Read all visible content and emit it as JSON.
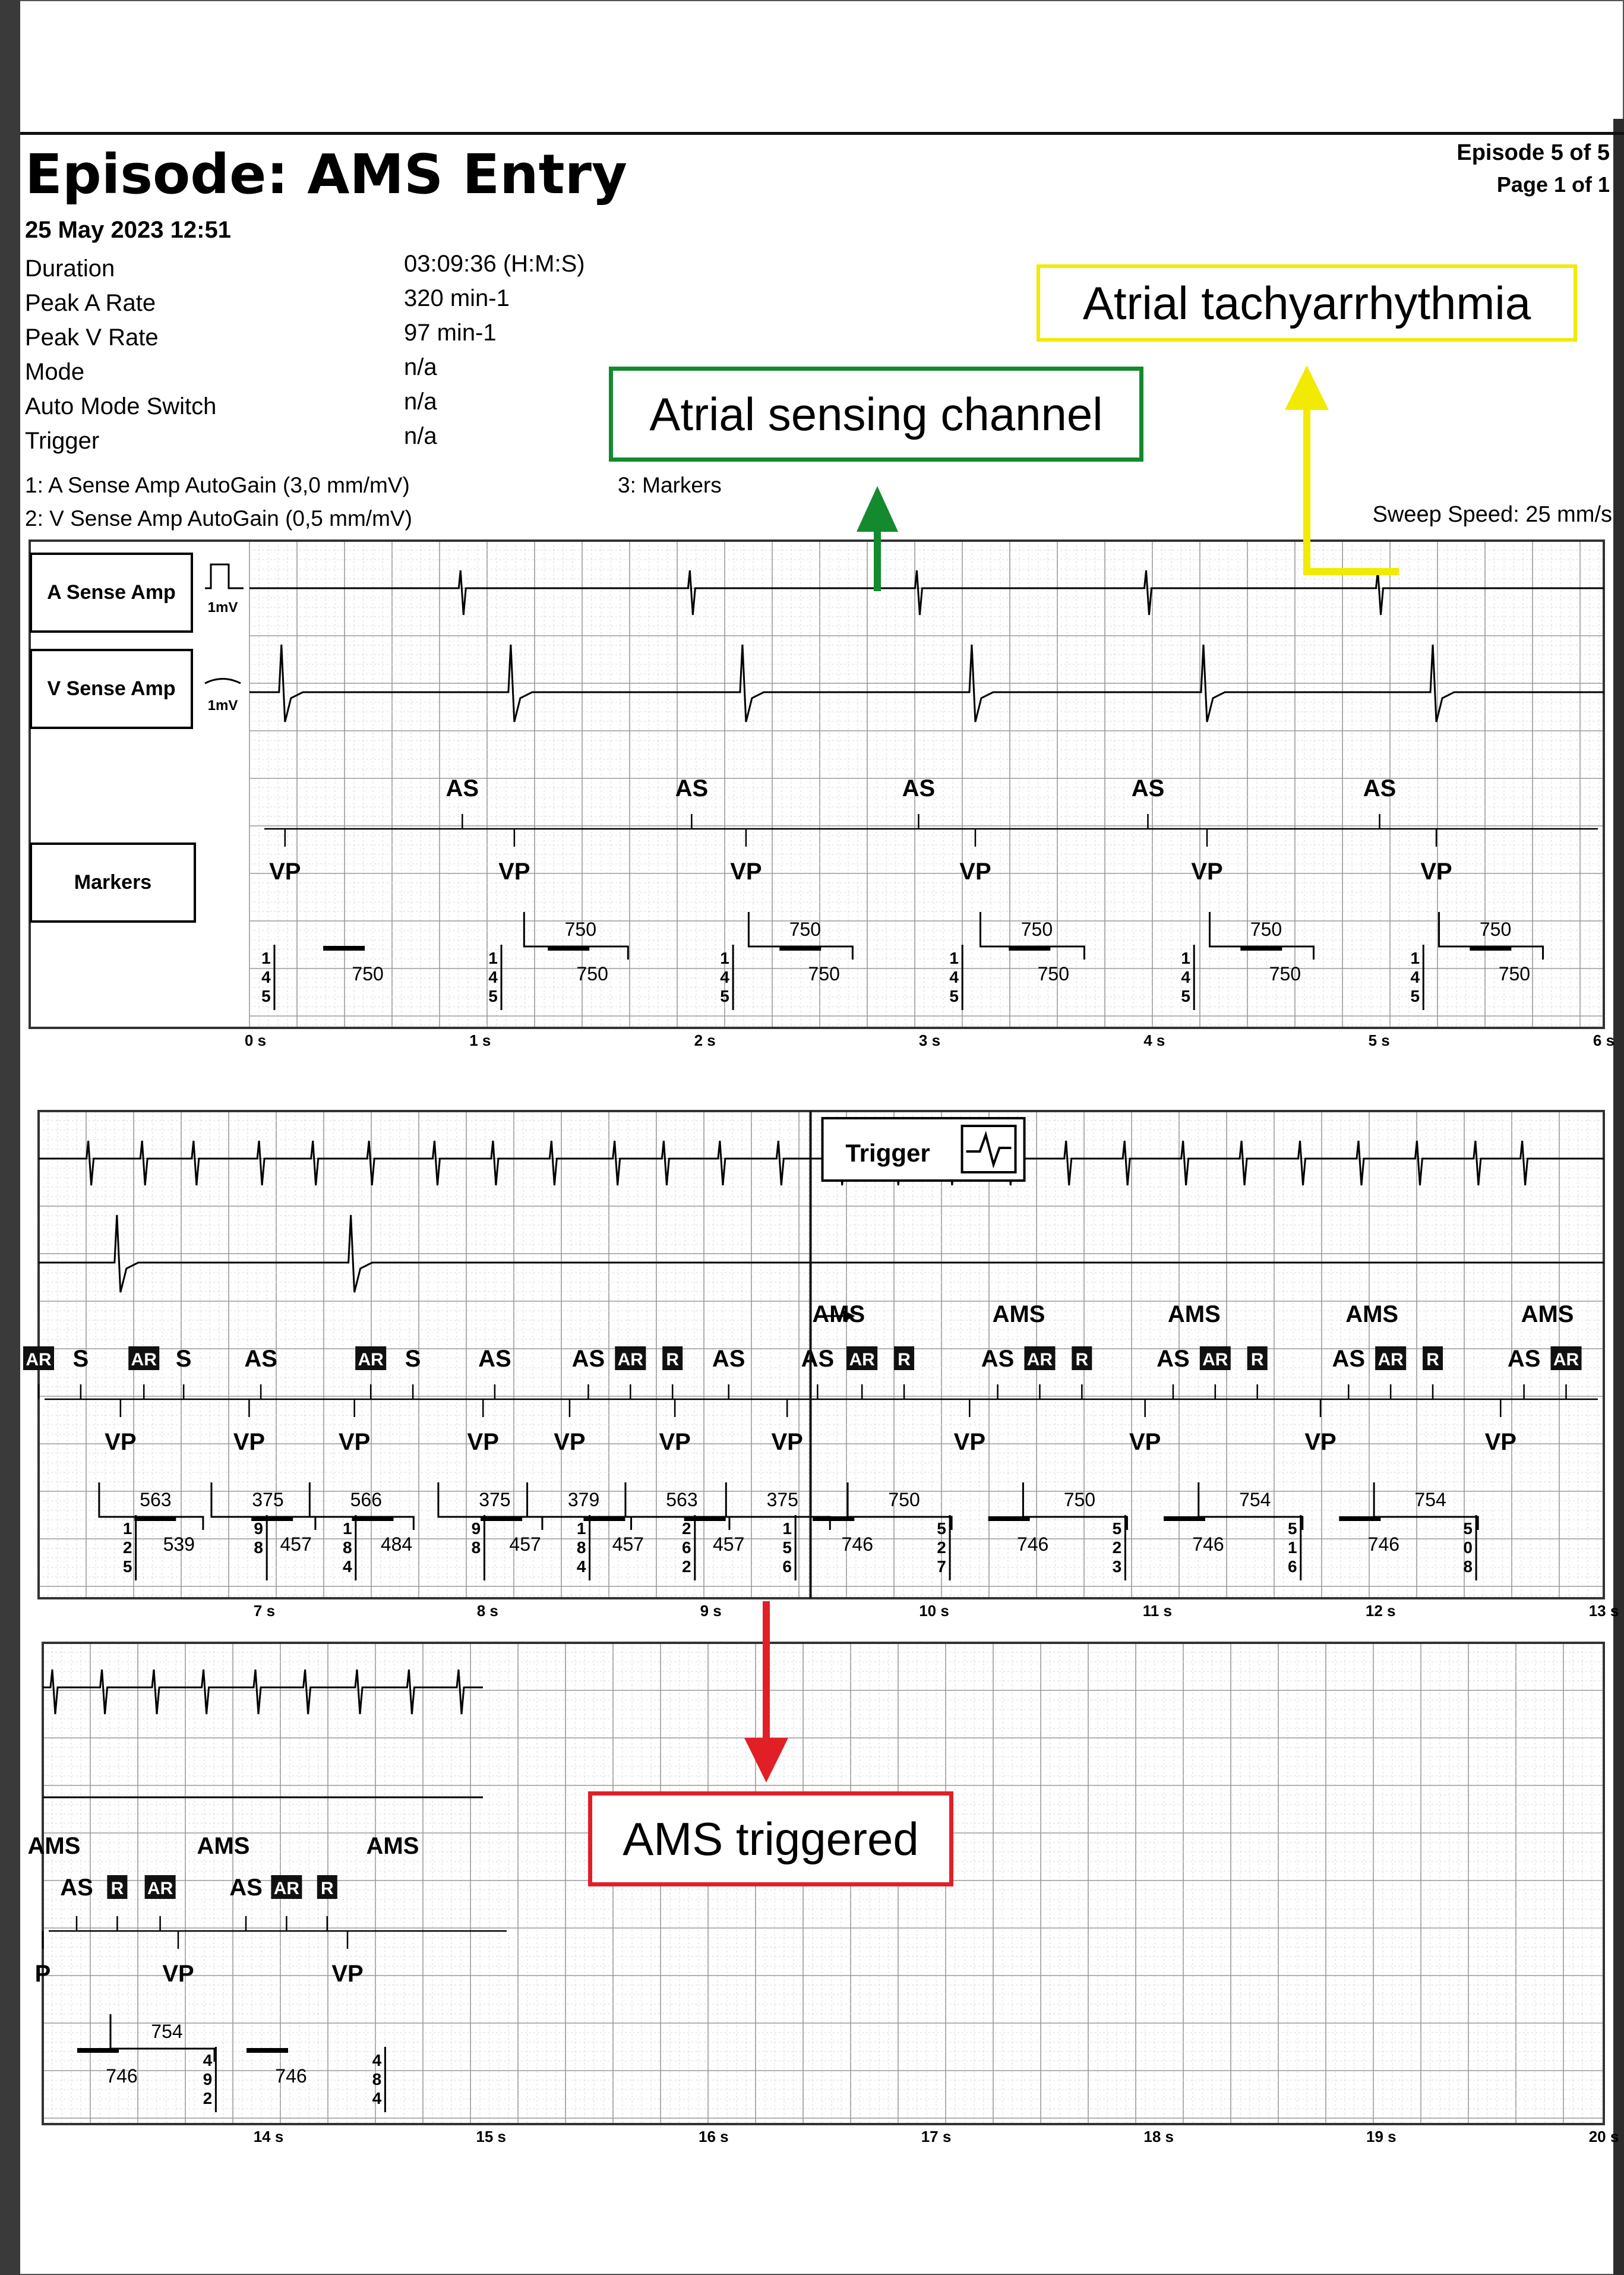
{
  "header": {
    "title": "Episode: AMS Entry",
    "date": "25 May 2023 12:51",
    "episode_counter": "Episode 5 of 5",
    "page_counter": "Page 1 of 1",
    "info": [
      {
        "label": "Duration",
        "value": "03:09:36 (H:M:S)"
      },
      {
        "label": "Peak A Rate",
        "value": "320 min-1"
      },
      {
        "label": "Peak V Rate",
        "value": "97 min-1"
      },
      {
        "label": "Mode",
        "value": "n/a"
      },
      {
        "label": "Auto Mode Switch",
        "value": "n/a"
      },
      {
        "label": "Trigger",
        "value": "n/a"
      }
    ],
    "channels": [
      {
        "text": "1:  A Sense Amp   AutoGain (3,0 mm/mV)"
      },
      {
        "text": "2:  V Sense Amp   AutoGain (0,5 mm/mV)"
      },
      {
        "text": "3:  Markers"
      }
    ],
    "sweep_speed": "Sweep Speed: 25 mm/s"
  },
  "channel_labels": {
    "a_sense": "A Sense Amp",
    "v_sense": "V Sense Amp",
    "markers": "Markers",
    "cal": "1mV"
  },
  "trigger_label": "Trigger",
  "callouts": {
    "atrial_tachy": "Atrial tachyarrhythmia",
    "atrial_channel": "Atrial sensing channel",
    "ams_triggered": "AMS triggered"
  },
  "colors": {
    "yellow": "#f2ea00",
    "green": "#138a2e",
    "red": "#e01f26"
  },
  "strips": [
    {
      "time_labels": [
        "0 s",
        "1 s",
        "2 s",
        "3 s",
        "4 s",
        "5 s",
        "6 s"
      ],
      "a_events_s": [
        0.85,
        1.82,
        2.78,
        3.75,
        4.73,
        5.7,
        6.67,
        7.03,
        7.33,
        7.58,
        7.83
      ],
      "v_events_s": [
        0.1,
        1.07,
        2.05,
        3.02,
        4.0,
        4.97,
        5.95,
        6.92
      ],
      "markers_top": [
        {
          "t": 0.85,
          "text": "AS"
        },
        {
          "t": 1.82,
          "text": "AS"
        },
        {
          "t": 2.78,
          "text": "AS"
        },
        {
          "t": 3.75,
          "text": "AS"
        },
        {
          "t": 4.73,
          "text": "AS"
        },
        {
          "t": 5.7,
          "text": "AS"
        },
        {
          "t": 6.67,
          "text": "AS"
        },
        {
          "t": 7.03,
          "text": "AR",
          "boxed": true
        },
        {
          "t": 7.2,
          "text": "S"
        }
      ],
      "markers_vp": [
        {
          "t": 0.1,
          "text": "VP"
        },
        {
          "t": 1.07,
          "text": "VP"
        },
        {
          "t": 2.05,
          "text": "VP"
        },
        {
          "t": 3.02,
          "text": "VP"
        },
        {
          "t": 4.0,
          "text": "VP"
        },
        {
          "t": 4.97,
          "text": "VP"
        },
        {
          "t": 5.95,
          "text": "VP"
        },
        {
          "t": 6.92,
          "text": "VP"
        },
        {
          "t": 7.75,
          "text": "VP"
        }
      ],
      "intervals_upper": [
        {
          "t": 1.35,
          "text": "750"
        },
        {
          "t": 2.3,
          "text": "750"
        },
        {
          "t": 3.28,
          "text": "750"
        },
        {
          "t": 4.25,
          "text": "750"
        },
        {
          "t": 5.22,
          "text": "750"
        },
        {
          "t": 6.2,
          "text": "750"
        },
        {
          "t": 7.17,
          "text": "566"
        }
      ],
      "intervals_lower": [
        {
          "t": 0.45,
          "text": "750"
        },
        {
          "t": 1.4,
          "text": "750"
        },
        {
          "t": 2.38,
          "text": "750"
        },
        {
          "t": 3.35,
          "text": "750"
        },
        {
          "t": 4.33,
          "text": "750"
        },
        {
          "t": 5.3,
          "text": "750"
        },
        {
          "t": 6.28,
          "text": "750"
        },
        {
          "t": 7.35,
          "text": "566"
        }
      ],
      "digit_stacks": [
        {
          "t": 0.02,
          "digits": [
            "1",
            "4",
            "5"
          ]
        },
        {
          "t": 0.98,
          "digits": [
            "1",
            "4",
            "5"
          ]
        },
        {
          "t": 1.96,
          "digits": [
            "1",
            "4",
            "5"
          ]
        },
        {
          "t": 2.93,
          "digits": [
            "1",
            "4",
            "5"
          ]
        },
        {
          "t": 3.91,
          "digits": [
            "1",
            "4",
            "5"
          ]
        },
        {
          "t": 4.88,
          "digits": [
            "1",
            "4",
            "5"
          ]
        },
        {
          "t": 5.86,
          "digits": [
            "1",
            "4",
            "5"
          ]
        },
        {
          "t": 6.83,
          "digits": [
            "1",
            "4",
            "5"
          ]
        },
        {
          "t": 7.62,
          "digits": [
            "1",
            "4",
            "8"
          ]
        }
      ]
    },
    {
      "time_labels": [
        "7 s",
        "8 s",
        "9 s",
        "10 s",
        "11 s",
        "12 s",
        "13 s"
      ],
      "a_events_s": [
        6.6,
        6.82,
        7.05,
        7.27,
        7.55,
        7.78,
        8.02,
        8.3,
        8.55,
        8.8,
        9.07,
        9.28,
        9.52,
        9.77,
        10.03,
        10.27,
        10.5,
        10.75,
        11.0,
        11.25,
        11.5,
        11.75,
        12.0,
        12.25,
        12.5,
        12.75,
        12.95
      ],
      "v_events_s": [
        6.95,
        7.95
      ],
      "markers_top": [
        {
          "t": 6.6,
          "text": "AR",
          "boxed": true
        },
        {
          "t": 6.78,
          "text": "S"
        },
        {
          "t": 7.05,
          "text": "AR",
          "boxed": true
        },
        {
          "t": 7.22,
          "text": "S"
        },
        {
          "t": 7.55,
          "text": "AS"
        },
        {
          "t": 8.02,
          "text": "AR",
          "boxed": true
        },
        {
          "t": 8.2,
          "text": "S"
        },
        {
          "t": 8.55,
          "text": "AS"
        },
        {
          "t": 8.95,
          "text": "AS"
        },
        {
          "t": 9.13,
          "text": "AR",
          "boxed": true
        },
        {
          "t": 9.31,
          "text": "R",
          "boxed": true
        },
        {
          "t": 9.55,
          "text": "AS"
        },
        {
          "t": 9.93,
          "text": "AS"
        },
        {
          "t": 10.12,
          "text": "AR",
          "boxed": true
        },
        {
          "t": 10.3,
          "text": "R",
          "boxed": true
        },
        {
          "t": 10.7,
          "text": "AS"
        },
        {
          "t": 10.88,
          "text": "AR",
          "boxed": true
        },
        {
          "t": 11.06,
          "text": "R",
          "boxed": true
        },
        {
          "t": 11.45,
          "text": "AS"
        },
        {
          "t": 11.63,
          "text": "AR",
          "boxed": true
        },
        {
          "t": 11.81,
          "text": "R",
          "boxed": true
        },
        {
          "t": 12.2,
          "text": "AS"
        },
        {
          "t": 12.38,
          "text": "AR",
          "boxed": true
        },
        {
          "t": 12.56,
          "text": "R",
          "boxed": true
        },
        {
          "t": 12.95,
          "text": "AS"
        },
        {
          "t": 13.13,
          "text": "AR",
          "boxed": true
        },
        {
          "t": 13.31,
          "text": "R",
          "boxed": true
        }
      ],
      "ams_labels": [
        {
          "t": 10.02
        },
        {
          "t": 10.79
        },
        {
          "t": 11.54
        },
        {
          "t": 12.3
        },
        {
          "t": 13.05
        }
      ],
      "ams_text": "AMS",
      "markers_vp": [
        {
          "t": 6.95,
          "text": "VP"
        },
        {
          "t": 7.5,
          "text": "VP"
        },
        {
          "t": 7.95,
          "text": "VP"
        },
        {
          "t": 8.5,
          "text": "VP"
        },
        {
          "t": 8.87,
          "text": "VP"
        },
        {
          "t": 9.32,
          "text": "VP"
        },
        {
          "t": 9.8,
          "text": "VP"
        },
        {
          "t": 10.58,
          "text": "VP"
        },
        {
          "t": 11.33,
          "text": "VP"
        },
        {
          "t": 12.08,
          "text": "VP"
        },
        {
          "t": 12.85,
          "text": "VP"
        }
      ],
      "intervals_upper": [
        {
          "t": 7.1,
          "text": "563"
        },
        {
          "t": 7.58,
          "text": "375"
        },
        {
          "t": 8.0,
          "text": "566"
        },
        {
          "t": 8.55,
          "text": "375"
        },
        {
          "t": 8.93,
          "text": "379"
        },
        {
          "t": 9.35,
          "text": "563"
        },
        {
          "t": 9.78,
          "text": "375"
        },
        {
          "t": 10.3,
          "text": "750"
        },
        {
          "t": 11.05,
          "text": "750"
        },
        {
          "t": 11.8,
          "text": "754"
        },
        {
          "t": 12.55,
          "text": "754"
        }
      ],
      "intervals_lower": [
        {
          "t": 7.2,
          "text": "539"
        },
        {
          "t": 7.7,
          "text": "457"
        },
        {
          "t": 8.13,
          "text": "484"
        },
        {
          "t": 8.68,
          "text": "457"
        },
        {
          "t": 9.12,
          "text": "457"
        },
        {
          "t": 9.55,
          "text": "457"
        },
        {
          "t": 10.1,
          "text": "746"
        },
        {
          "t": 10.85,
          "text": "746"
        },
        {
          "t": 11.6,
          "text": "746"
        },
        {
          "t": 12.35,
          "text": "746"
        }
      ],
      "digit_stacks": [
        {
          "t": 6.98,
          "digits": [
            "1",
            "2",
            "5"
          ]
        },
        {
          "t": 7.54,
          "digits": [
            "9",
            "8",
            ""
          ]
        },
        {
          "t": 7.92,
          "digits": [
            "1",
            "8",
            "4"
          ]
        },
        {
          "t": 8.47,
          "digits": [
            "9",
            "8",
            ""
          ]
        },
        {
          "t": 8.92,
          "digits": [
            "1",
            "8",
            "4"
          ]
        },
        {
          "t": 9.37,
          "digits": [
            "2",
            "6",
            "2"
          ]
        },
        {
          "t": 9.8,
          "digits": [
            "1",
            "5",
            "6"
          ]
        },
        {
          "t": 10.46,
          "digits": [
            "5",
            "2",
            "7"
          ]
        },
        {
          "t": 11.21,
          "digits": [
            "5",
            "2",
            "3"
          ]
        },
        {
          "t": 11.96,
          "digits": [
            "5",
            "1",
            "6"
          ]
        },
        {
          "t": 12.71,
          "digits": [
            "5",
            "0",
            "8"
          ]
        }
      ],
      "trigger_t": 9.9
    },
    {
      "time_labels": [
        "14 s",
        "15 s",
        "16 s",
        "17 s",
        "18 s",
        "19 s",
        "20 s"
      ],
      "a_events_s": [
        13.05,
        13.27,
        13.5,
        13.72,
        13.95,
        14.17,
        14.4,
        14.63,
        14.85,
        15.05
      ],
      "v_events_s": [],
      "markers_top": [
        {
          "t": 13.15,
          "text": "AS"
        },
        {
          "t": 13.33,
          "text": "R",
          "boxed": true
        },
        {
          "t": 13.52,
          "text": "AR",
          "boxed": true
        },
        {
          "t": 13.9,
          "text": "AS"
        },
        {
          "t": 14.08,
          "text": "AR",
          "boxed": true
        },
        {
          "t": 14.26,
          "text": "R",
          "boxed": true
        }
      ],
      "ams_labels": [
        {
          "t": 13.05
        },
        {
          "t": 13.8
        },
        {
          "t": 14.55
        }
      ],
      "ams_text": "AMS",
      "markers_vp": [
        {
          "t": 13.0,
          "text": "P"
        },
        {
          "t": 13.6,
          "text": "VP"
        },
        {
          "t": 14.35,
          "text": "VP"
        }
      ],
      "intervals_upper": [
        {
          "t": 13.55,
          "text": "754"
        }
      ],
      "intervals_lower": [
        {
          "t": 13.35,
          "text": "746"
        },
        {
          "t": 14.1,
          "text": "746"
        }
      ],
      "digit_stacks": [
        {
          "t": 13.73,
          "digits": [
            "4",
            "9",
            "2"
          ]
        },
        {
          "t": 14.48,
          "digits": [
            "4",
            "8",
            "4"
          ]
        }
      ],
      "trace_end_s": 14.95
    }
  ]
}
